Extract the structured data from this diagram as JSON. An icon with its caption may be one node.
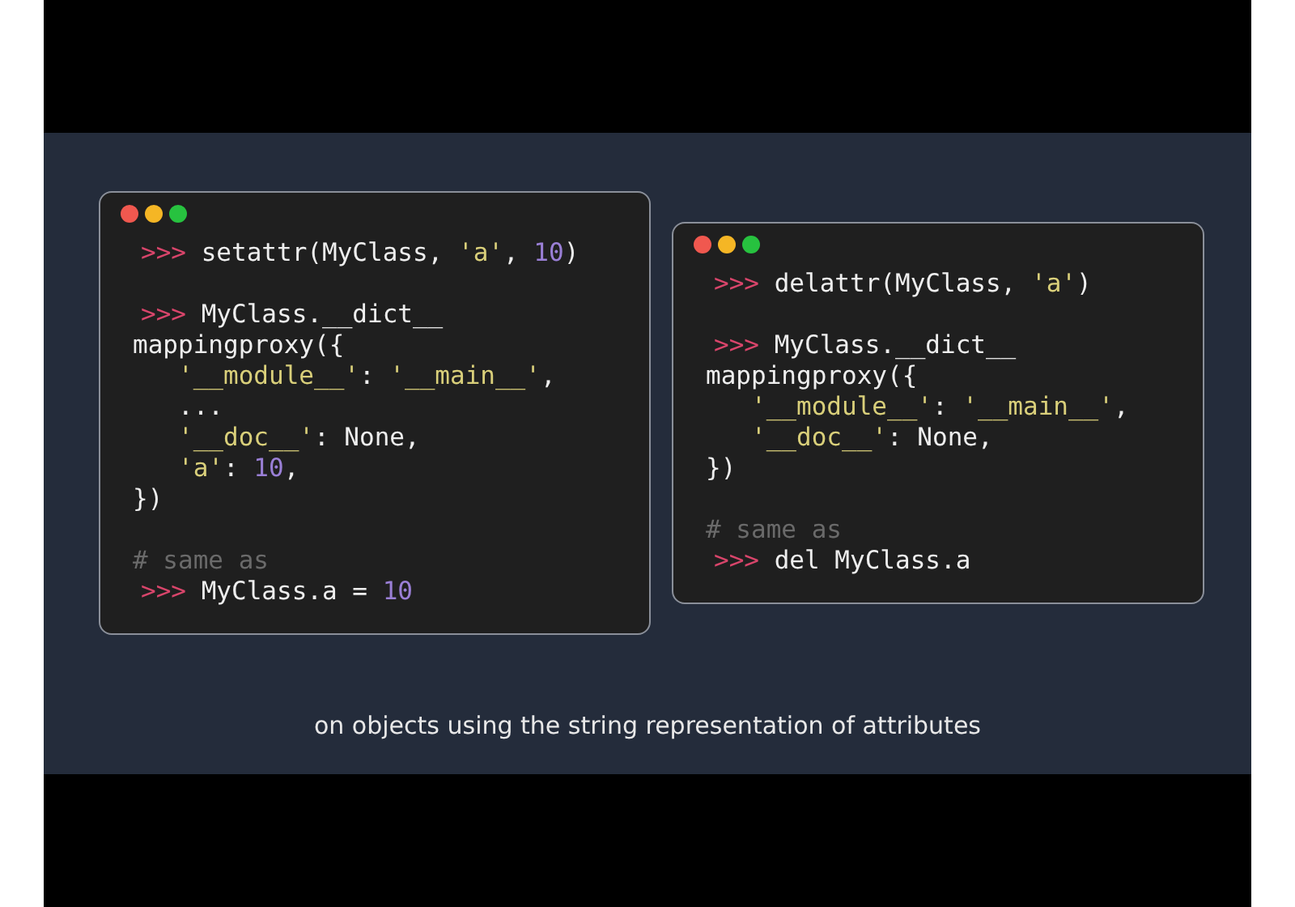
{
  "diagram": {
    "caption": "on objects using the string representation of attributes",
    "nodes": [
      {
        "text": [
          ">>> setattr(MyClass, 'a', 10)",
          ">>> MyClass.__dict__",
          "mappingproxy({",
          "   '__module__': '__main__',",
          "   ...",
          "   '__doc__': None,",
          "   'a': 10,",
          "})",
          "# same as",
          ">>> MyClass.a = 10"
        ]
      },
      {
        "text": [
          ">>> delattr(MyClass, 'a')",
          ">>> MyClass.__dict__",
          "mappingproxy({",
          "   '__module__': '__main__',",
          "   '__doc__': None,",
          "})",
          "# same as",
          ">>> del MyClass.a"
        ]
      }
    ]
  }
}
